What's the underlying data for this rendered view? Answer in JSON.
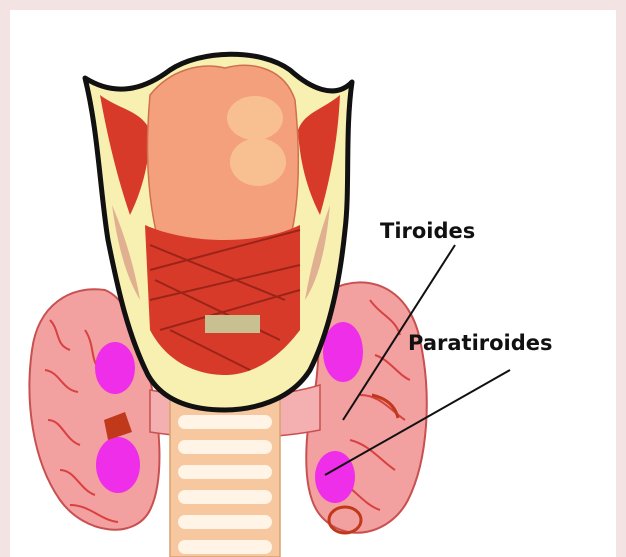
{
  "labels": {
    "tiroides": "Tiroides",
    "paratiroides": "Paratiroides"
  },
  "colors": {
    "background": "#f3e3e3",
    "canvas": "#ffffff",
    "thyroid": "#f2a0a0",
    "thyroid_lines": "#d94040",
    "parathyroid": "#ee2ee8",
    "larynx_outline": "#111111",
    "larynx_fill": "#f7f0b0",
    "muscle": "#d83a2a",
    "cartilage": "#f4a07c",
    "trachea": "#f7c8a0",
    "trachea_ring": "#fff4e6"
  },
  "icons": [
    "pointer-line-tiroides",
    "pointer-line-paratiroides"
  ]
}
